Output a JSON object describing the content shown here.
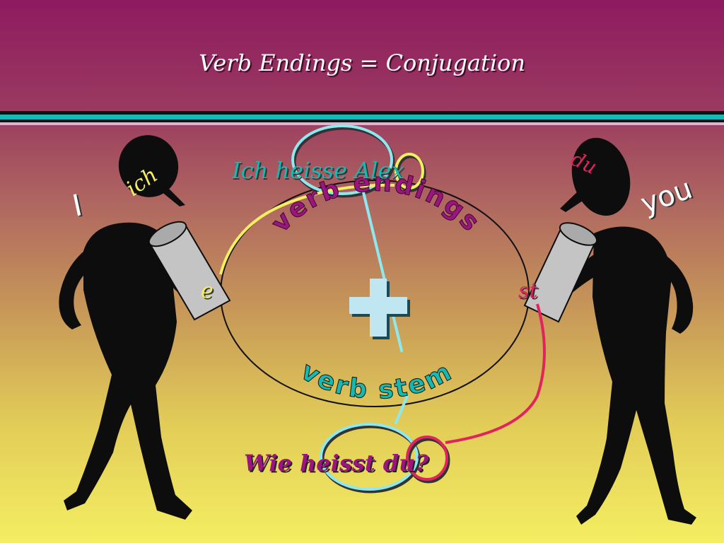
{
  "slide": {
    "title": "Verb Endings = Conjugation",
    "sentence_top": "Ich heisse Alex",
    "sentence_bottom": "Wie heisst du?",
    "left_english": "I",
    "left_german": "ich",
    "left_ending": "e",
    "right_german": "du",
    "right_english": "you",
    "right_ending": "st",
    "arc_top": "verb endings",
    "arc_bottom": "verb stem",
    "plus_symbol": "+"
  },
  "colors": {
    "title": "#ffffff",
    "cyan": "#17b8b0",
    "yellow": "#f4ee62",
    "red": "#e0245e",
    "purple": "#9a1580",
    "figure": "#0d0d0d",
    "cup": "#c4c4c4"
  },
  "icons": [
    "person-silhouette-icon",
    "cup-icon",
    "plus-icon"
  ]
}
